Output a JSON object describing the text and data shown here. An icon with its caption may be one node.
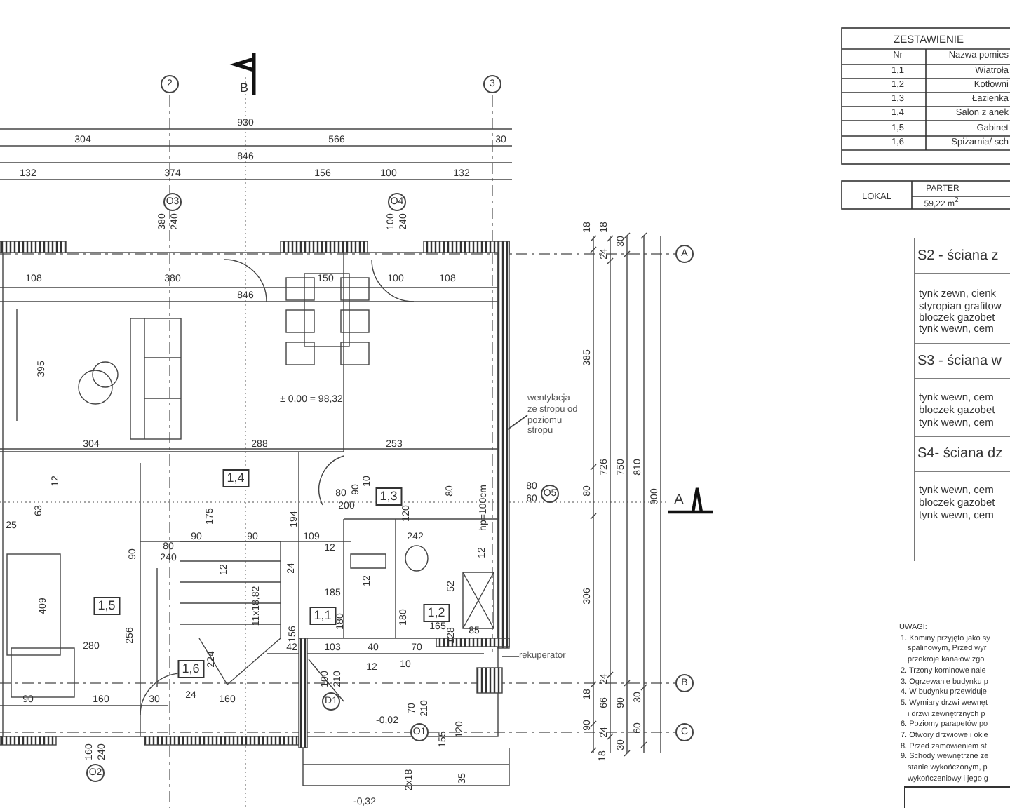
{
  "diagram": {
    "nodes": [
      {
        "text": [
          "1,4"
        ]
      },
      {
        "text": [
          "1,3"
        ]
      },
      {
        "text": [
          "1,5"
        ]
      },
      {
        "text": [
          "1,1"
        ]
      },
      {
        "text": [
          "1,2"
        ]
      },
      {
        "text": [
          "1,6"
        ]
      },
      {
        "text": [
          "wentylacja ze stropu od poziomu stropu"
        ]
      },
      {
        "text": [
          "rekuperator"
        ]
      }
    ],
    "edges": [
      {
        "from": 6,
        "to": null,
        "arrow": "none"
      },
      {
        "from": 7,
        "to": null,
        "arrow": "none"
      }
    ],
    "labels": [
      "2",
      "B",
      "3",
      "930",
      "304",
      "566",
      "30",
      "846",
      "132",
      "374",
      "156",
      "100",
      "132",
      "O3",
      "380",
      "240",
      "O4",
      "100",
      "240",
      "108",
      "380",
      "150",
      "100",
      "108",
      "846",
      "395",
      "± 0,00 = 98,32",
      "304",
      "288",
      "253",
      "12",
      "25",
      "63",
      "175",
      "194",
      "10",
      "80",
      "200",
      "90",
      "120",
      "80",
      "hp=100cm",
      "90",
      "90",
      "109",
      "242",
      "90",
      "80",
      "240",
      "12",
      "12",
      "12",
      "24",
      "185",
      "12",
      "52",
      "409",
      "180",
      "180",
      "165",
      "11x18,82",
      "256",
      "280",
      "156",
      "42",
      "103",
      "40",
      "70",
      "85",
      "128",
      "12",
      "10",
      "224",
      "90",
      "160",
      "30",
      "24",
      "160",
      "D1",
      "100",
      "210",
      "-0,02",
      "O1",
      "70",
      "210",
      "120",
      "155",
      "35",
      "2x18",
      "O2",
      "160",
      "240",
      "-0,32",
      "O5",
      "80",
      "60",
      "18",
      "18",
      "30",
      "24",
      "385",
      "726",
      "750",
      "810",
      "900",
      "80",
      "306",
      "24",
      "18",
      "66",
      "90",
      "30",
      "90",
      "24",
      "60",
      "30",
      "18",
      "A",
      "A",
      "B",
      "C",
      "ZESTAWIENIE",
      "Nr",
      "Nazwa pomies",
      "1,1",
      "Wiatroła",
      "1,2",
      "Kotłowni",
      "1,3",
      "Łazienka",
      "1,4",
      "Salon z anek",
      "1,5",
      "Gabinet",
      "1,6",
      "Spiżarnia/ sch",
      "LOKAL",
      "PARTER",
      "59,22 m$^{2}$",
      "S2 - ściana z",
      "tynk zewn, cienk",
      "styropian grafitow",
      "bloczek gazobet",
      "tynk wewn, cem",
      "S3 - ściana w",
      "tynk wewn, cem",
      "bloczek gazobet",
      "tynk wewn, cem",
      "S4- ściana dz",
      "tynk wewn, cem",
      "bloczek gazobet",
      "tynk wewn, cem",
      "UWAGI:",
      "1. Kominy przyjęto jako sy",
      "spalinowym, Przed wyr",
      "przekroje kanałów zgo",
      "2. Trzony kominowe nale",
      "3. Ogrzewanie budynku p",
      "4. W budynku przewiduje",
      "5. Wymiary drzwi wewnęt",
      "i drzwi zewnętrznych p",
      "6. Poziomy parapetów po",
      "7. Otwory drzwiowe i okie",
      "8. Przed zamówieniem st",
      "9. Schody wewnętrzne że",
      "stanie wykończonym, p",
      "wykończeniowy i jego g"
    ]
  }
}
